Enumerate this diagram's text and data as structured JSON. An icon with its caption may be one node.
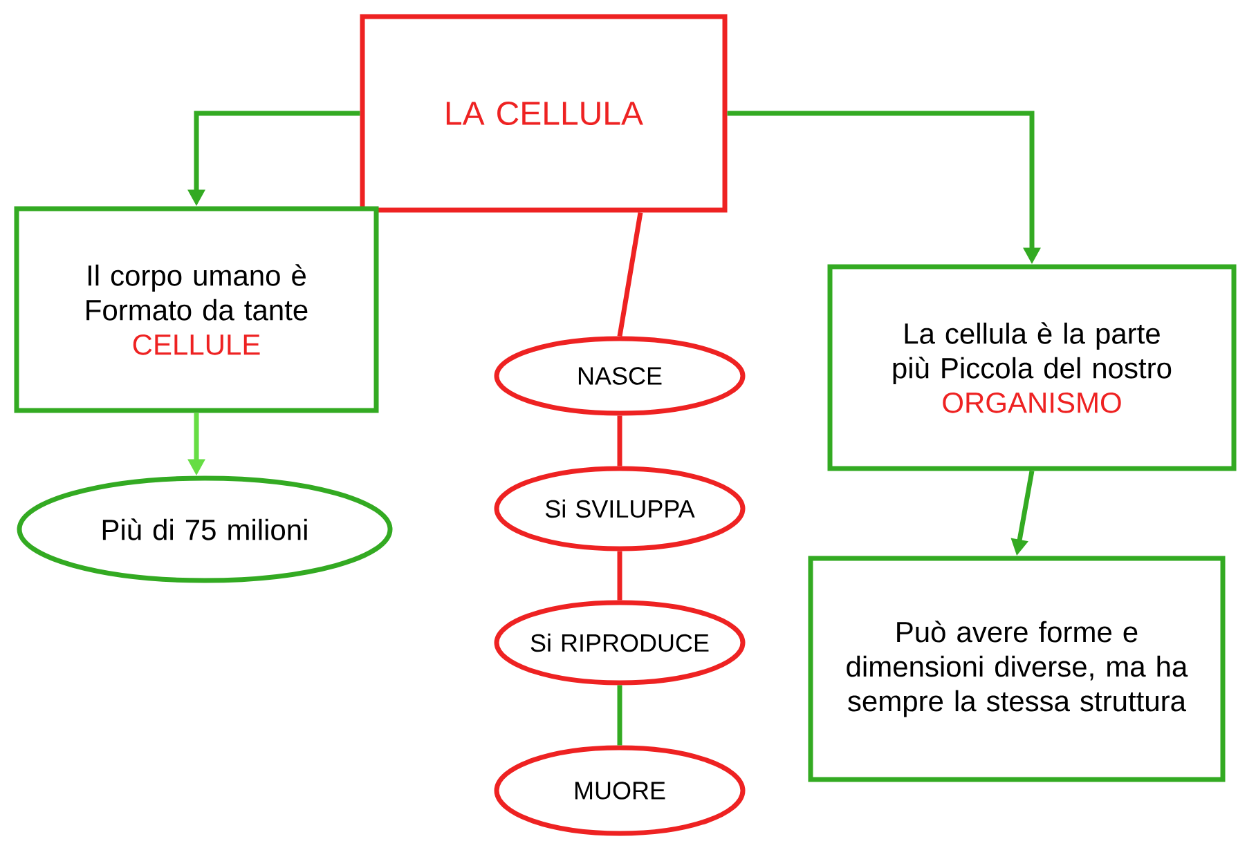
{
  "diagram": {
    "nodes": [
      {
        "text": [
          "LA CELLULA"
        ]
      },
      {
        "text": [
          "Il corpo umano è Formato da tante",
          "CELLULE"
        ]
      },
      {
        "text": [
          "Più di 75 milioni"
        ]
      },
      {
        "text": [
          "NASCE"
        ]
      },
      {
        "text": [
          "Si SVILUPPA"
        ]
      },
      {
        "text": [
          "Si RIPRODUCE"
        ]
      },
      {
        "text": [
          "MUORE"
        ]
      },
      {
        "text": [
          "La cellula è la parte più Piccola del nostro",
          "ORGANISMO"
        ]
      },
      {
        "text": [
          "Può avere forme e dimensioni diverse, ma ha sempre la stessa struttura"
        ]
      }
    ],
    "edges": [
      {
        "from": 0,
        "to": 1,
        "arrow": "to"
      },
      {
        "from": 0,
        "to": 7,
        "arrow": "to"
      },
      {
        "from": 0,
        "to": 3,
        "arrow": "none",
        "color": "#ee2222"
      },
      {
        "from": 1,
        "to": 2,
        "arrow": "to",
        "color": "#66dd44"
      },
      {
        "from": 3,
        "to": 4,
        "arrow": "none",
        "color": "#ee2222"
      },
      {
        "from": 4,
        "to": 5,
        "arrow": "none",
        "color": "#ee2222"
      },
      {
        "from": 5,
        "to": 6,
        "arrow": "none"
      },
      {
        "from": 7,
        "to": 8,
        "arrow": "to"
      }
    ]
  }
}
